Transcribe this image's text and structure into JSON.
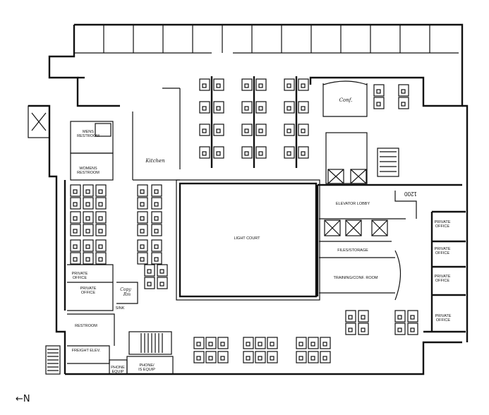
{
  "floor_plan": {
    "rooms": {
      "mens_restroom": [
        "MENS",
        "RESTROOM"
      ],
      "womens_restroom": [
        "WOMENS",
        "RESTROOM"
      ],
      "kitchen": "Kitchen",
      "conf": "Conf.",
      "light_court": "LIGHT COURT",
      "elevator_lobby": "ELEVATOR LOBBY",
      "suite_number": "1200",
      "files_storage": "FILES/STORAGE",
      "training_conf_room": "TRAINING/CONF. ROOM",
      "private_office_left_1": [
        "PRIVATE",
        "OFFICE"
      ],
      "private_office_left_2": [
        "PRIVATE",
        "OFFICE"
      ],
      "copy_room": [
        "Copy",
        "Rm"
      ],
      "sink": "SINK",
      "restroom": "RESTROOM",
      "freight_elev": "FREIGHT ELEV.",
      "phone_equip": [
        "PHONE",
        "EQUIP"
      ],
      "phone_is_equip": [
        "PHONE/",
        "IS EQUIP"
      ],
      "private_office_right_1": [
        "PRIVATE",
        "OFFICE"
      ],
      "private_office_right_2": [
        "PRIVATE",
        "OFFICE"
      ],
      "private_office_right_3": [
        "PRIVATE",
        "OFFICE"
      ],
      "private_office_right_4": [
        "PRIVATE",
        "OFFICE"
      ]
    },
    "north_arrow": "←N"
  }
}
